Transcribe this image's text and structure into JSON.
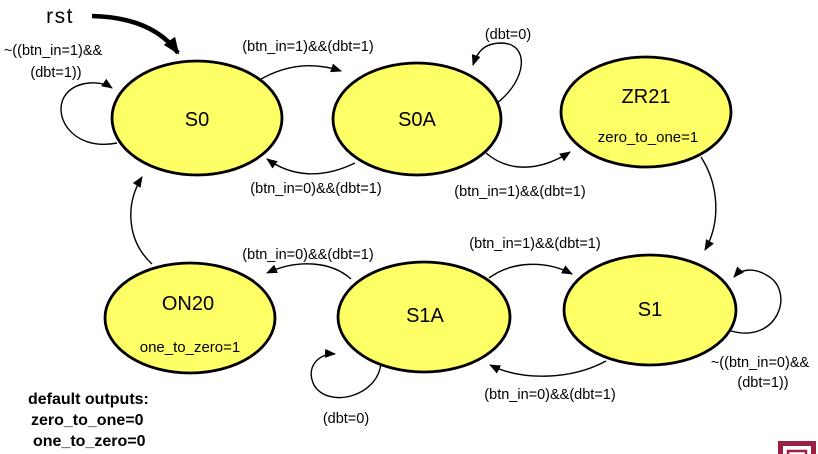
{
  "diagram": {
    "type": "state-machine",
    "reset": {
      "label": "rst",
      "target": "S0"
    },
    "states": [
      {
        "id": "S0",
        "name": "S0",
        "output": ""
      },
      {
        "id": "S0A",
        "name": "S0A",
        "output": ""
      },
      {
        "id": "ZR21",
        "name": "ZR21",
        "output": "zero_to_one=1"
      },
      {
        "id": "ON20",
        "name": "ON20",
        "output": "one_to_zero=1"
      },
      {
        "id": "S1A",
        "name": "S1A",
        "output": ""
      },
      {
        "id": "S1",
        "name": "S1",
        "output": ""
      }
    ],
    "transitions": [
      {
        "from": "S0",
        "to": "S0",
        "label_line1": "~((btn_in=1)&&",
        "label_line2": "(dbt=1))"
      },
      {
        "from": "S0",
        "to": "S0A",
        "label": "(btn_in=1)&&(dbt=1)"
      },
      {
        "from": "S0A",
        "to": "S0A",
        "label": "(dbt=0)"
      },
      {
        "from": "S0A",
        "to": "S0",
        "label": "(btn_in=0)&&(dbt=1)"
      },
      {
        "from": "S0A",
        "to": "ZR21",
        "label": "(btn_in=1)&&(dbt=1)"
      },
      {
        "from": "ZR21",
        "to": "S1",
        "label": ""
      },
      {
        "from": "S1",
        "to": "S1",
        "label_line1": "~((btn_in=0)&&",
        "label_line2": "(dbt=1))"
      },
      {
        "from": "S1A",
        "to": "S1",
        "label": "(btn_in=1)&&(dbt=1)"
      },
      {
        "from": "S1",
        "to": "S1A",
        "label": "(btn_in=0)&&(dbt=1)"
      },
      {
        "from": "S1A",
        "to": "S1A",
        "label": "(dbt=0)"
      },
      {
        "from": "S1A",
        "to": "ON20",
        "label": "(btn_in=0)&&(dbt=1)"
      },
      {
        "from": "ON20",
        "to": "S0",
        "label": ""
      }
    ],
    "default_outputs": {
      "heading": "default outputs:",
      "lines": [
        "zero_to_one=0",
        "one_to_zero=0"
      ]
    },
    "colors": {
      "state_fill": "#FFFF66",
      "state_stroke": "#000000",
      "arrow": "#000000",
      "corner_accent": "#9B2142"
    }
  }
}
